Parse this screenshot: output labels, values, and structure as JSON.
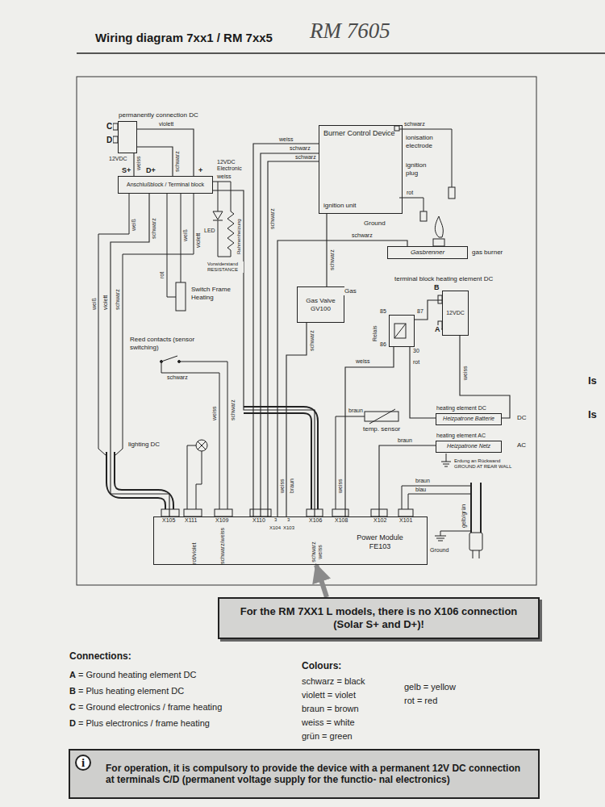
{
  "diagram": {
    "title": "Wiring diagram 7xx1 / RM 7xx5",
    "nodes": [
      {
        "text": [
          "permanently connection DC",
          "12VDC"
        ]
      },
      {
        "text": [
          "Anschlußblock / Terminal block"
        ]
      },
      {
        "text": [
          "Burner Control Device",
          "ignition unit"
        ]
      },
      {
        "text": [
          "Gas Valve GV100"
        ]
      },
      {
        "text": [
          "Gasbrenner",
          "gas burner"
        ]
      },
      {
        "text": [
          "Relais"
        ]
      },
      {
        "text": [
          "terminal block heating element DC",
          "12VDC"
        ]
      },
      {
        "text": [
          "heating element DC",
          "Heizpatrone Batterie"
        ]
      },
      {
        "text": [
          "heating element AC",
          "Heizpatrone Netz"
        ]
      },
      {
        "text": [
          "rot/violet",
          "schwarz/weiss",
          "schwarz weiss",
          "Power Module FE103"
        ]
      },
      {
        "text": [
          "For the RM 7XX1 L models, there is no X106 connection (Solar S+ and D+)!"
        ]
      },
      {
        "text": [
          "For operation, it is compulsory to provide the device with a permanent 12V DC connection at terminals C/D (permanent voltage supply for the functio- nal electronics)"
        ]
      }
    ],
    "edges": [
      {
        "from": 0,
        "to": 1,
        "arrow": "none"
      },
      {
        "from": 0,
        "to": 1,
        "arrow": "none"
      },
      {
        "from": 0,
        "to": 1,
        "arrow": "none"
      },
      {
        "from": 1,
        "to": 9,
        "arrow": "none"
      },
      {
        "from": 1,
        "to": 9,
        "arrow": "none"
      },
      {
        "from": 2,
        "to": 9,
        "arrow": "none"
      },
      {
        "from": 2,
        "to": 9,
        "arrow": "none"
      },
      {
        "from": 2,
        "to": 9,
        "arrow": "none"
      },
      {
        "from": 2,
        "to": 3,
        "arrow": "none"
      },
      {
        "from": 9,
        "to": 4,
        "arrow": "none"
      },
      {
        "from": 3,
        "to": 9,
        "arrow": "none"
      },
      {
        "from": 5,
        "to": 9,
        "arrow": "none"
      },
      {
        "from": 5,
        "to": 6,
        "arrow": "none"
      },
      {
        "from": 5,
        "to": 7,
        "arrow": "none"
      },
      {
        "from": 6,
        "to": 7,
        "arrow": "none"
      },
      {
        "from": 8,
        "to": 9,
        "arrow": "none"
      },
      {
        "from": 10,
        "to": 9,
        "arrow": "to"
      }
    ],
    "labels": [
      "RM 7605",
      "C",
      "D",
      "violett",
      "weiss",
      "schwarz",
      "S+",
      "D+",
      "+",
      "12VDC Electronic",
      "weiss",
      "weiß",
      "schwarz",
      "weiß",
      "violett",
      "rot",
      "weiß",
      "violett",
      "schwarz",
      "LED",
      "Rahmenheizung",
      "Vorwiderstand RESISTANCE",
      "Switch Frame Heating",
      "Reed contacts (sensor switching)",
      "schwarz",
      "weiss",
      "schwarz",
      "lighting DC",
      "weiss",
      "schwarz",
      "schwarz",
      "schwarz",
      "schwarz",
      "ionisation electrode",
      "ignition plug",
      "rot",
      "Ground",
      "schwarz",
      "schwarz",
      "Gas",
      "85",
      "86",
      "87",
      "30",
      "rot",
      "B",
      "A",
      "weiss",
      "schwarz",
      "weiss",
      "braun",
      "temp. sensor",
      "weiss",
      "DC",
      "AC",
      "braun",
      "Erdung an Rückwand GROUND AT REAR WALL",
      "braun",
      "blau",
      "weiss",
      "braun",
      "gelb/grün",
      "Ground",
      "X105",
      "X111",
      "X109",
      "X110",
      "3",
      "3",
      "X104",
      "X103",
      "X106",
      "X108",
      "X102",
      "X101",
      "Connections:",
      "A = Ground heating element DC",
      "B = Plus heating element DC",
      "C = Ground electronics / frame heating",
      "D = Plus electronics / frame heating",
      "Colours:",
      "schwarz = black",
      "violett = violet",
      "braun = brown",
      "weiss = white",
      "grün = green",
      "gelb = yellow",
      "rot = red",
      "i",
      "Is",
      "Is"
    ]
  }
}
